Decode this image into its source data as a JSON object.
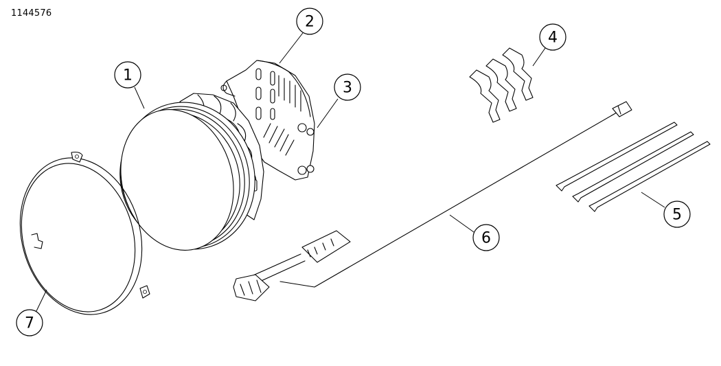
{
  "figure_id": "1144576",
  "callouts": [
    {
      "label": "1"
    },
    {
      "label": "2"
    },
    {
      "label": "3"
    },
    {
      "label": "4"
    },
    {
      "label": "5"
    },
    {
      "label": "6"
    },
    {
      "label": "7"
    }
  ]
}
